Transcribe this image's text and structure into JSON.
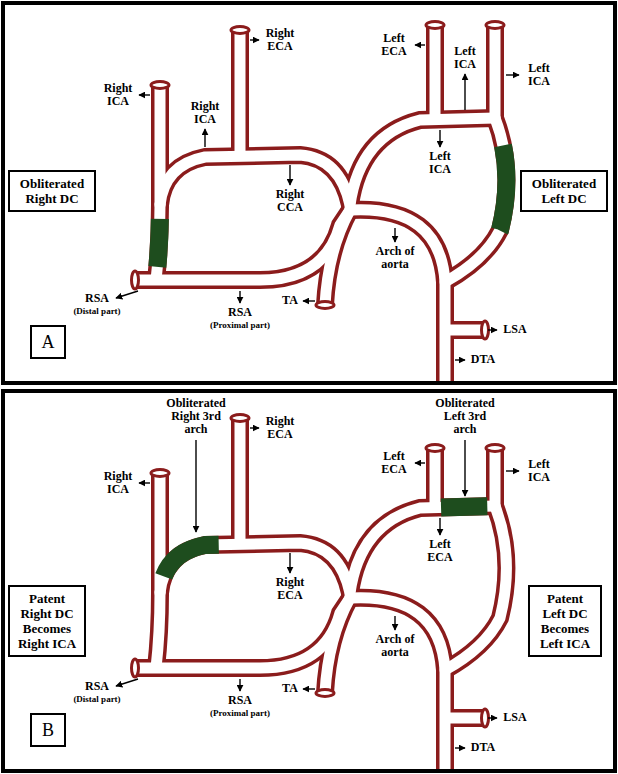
{
  "diagram": {
    "nodes": [
      {
        "text": [
          "Obliterated Right DC"
        ]
      },
      {
        "text": [
          "Obliterated Left DC"
        ]
      },
      {
        "text": [
          "A"
        ]
      },
      {
        "text": [
          "Patent Right DC Becomes Right ICA"
        ]
      },
      {
        "text": [
          "Patent Left DC Becomes Left ICA"
        ]
      },
      {
        "text": [
          "B"
        ]
      }
    ],
    "labels": [
      "Right ECA",
      "Left ECA",
      "Right ICA",
      "Left ICA",
      "Left ICA",
      "Right ICA",
      "Left ICA",
      "Right CCA",
      "Arch of aorta",
      "RSA",
      "(Distal part)",
      "RSA",
      "(Proximal part)",
      "TA",
      "LSA",
      "DTA",
      "Obliterated Right 3rd arch",
      "Obliterated Left 3rd arch",
      "Right ECA",
      "Left ECA",
      "Right ICA",
      "Left ICA",
      "Right ECA",
      "Left ECA",
      "Arch of aorta",
      "RSA",
      "(Distal part)",
      "RSA",
      "(Proximal part)",
      "TA",
      "LSA",
      "DTA"
    ]
  }
}
